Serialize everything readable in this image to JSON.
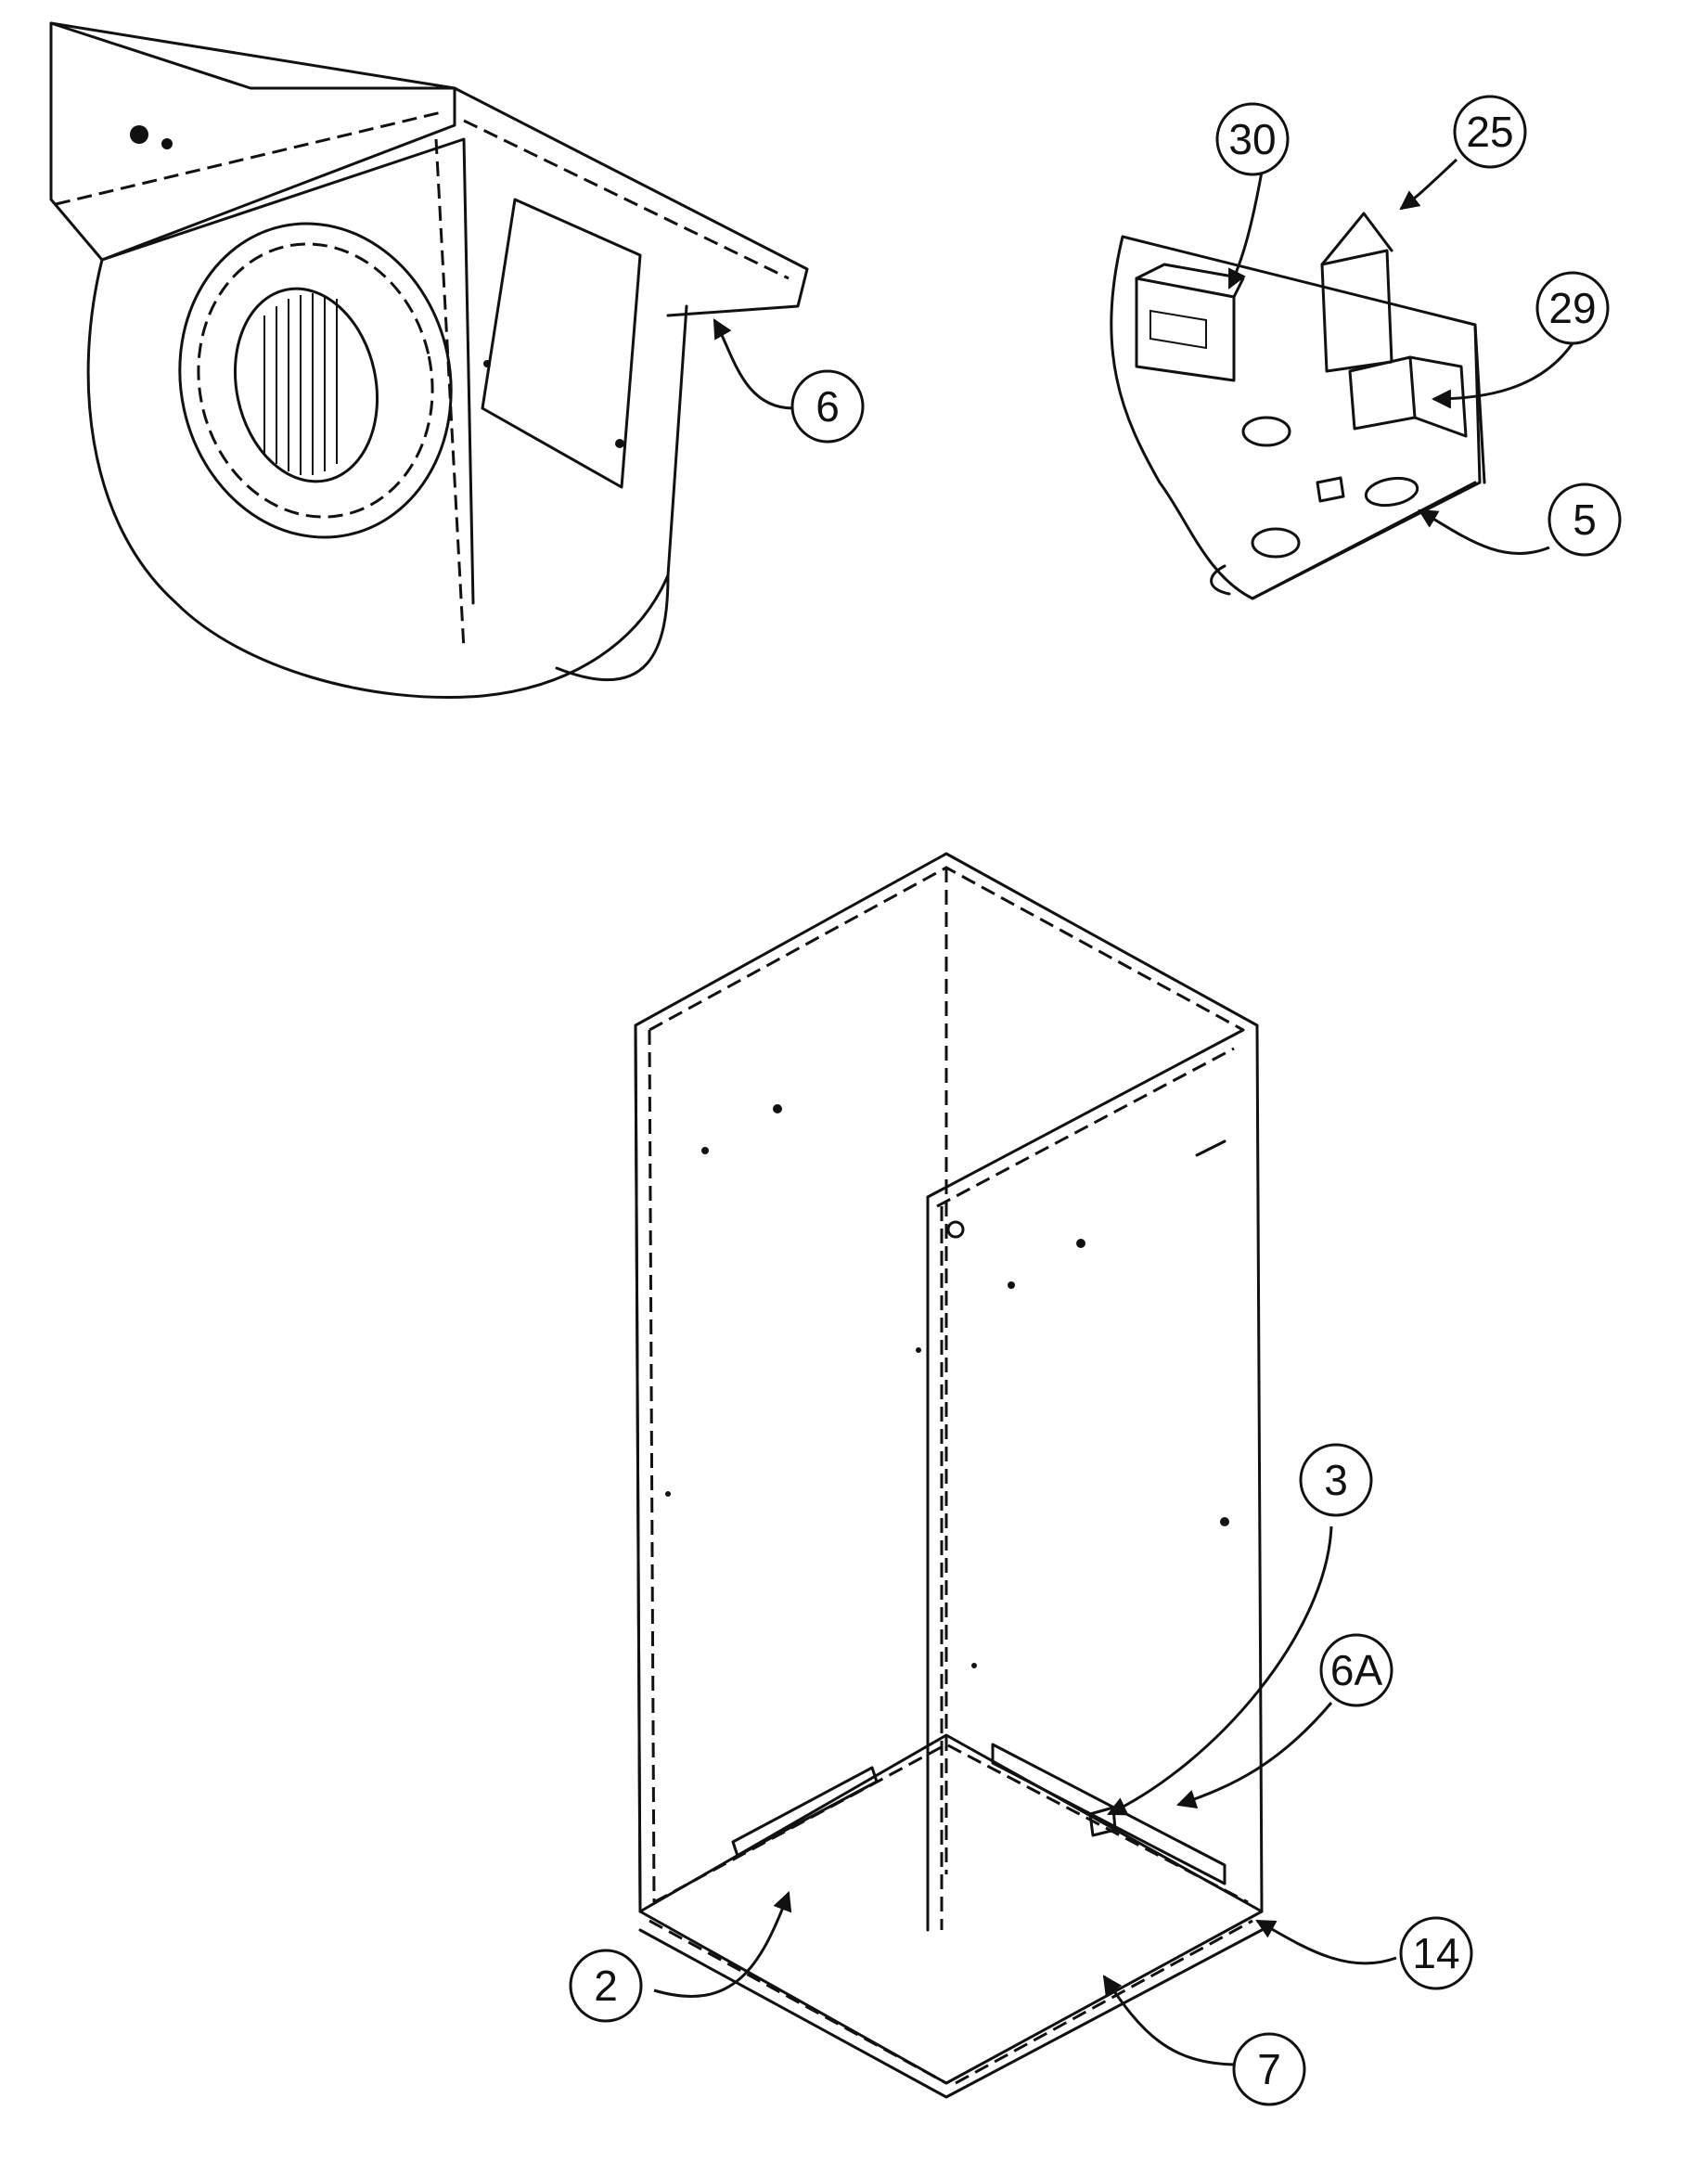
{
  "callouts": {
    "c6": "6",
    "c30": "30",
    "c25": "25",
    "c29": "29",
    "c5": "5",
    "c3": "3",
    "c6a": "6A",
    "c14": "14",
    "c2": "2",
    "c7": "7"
  }
}
